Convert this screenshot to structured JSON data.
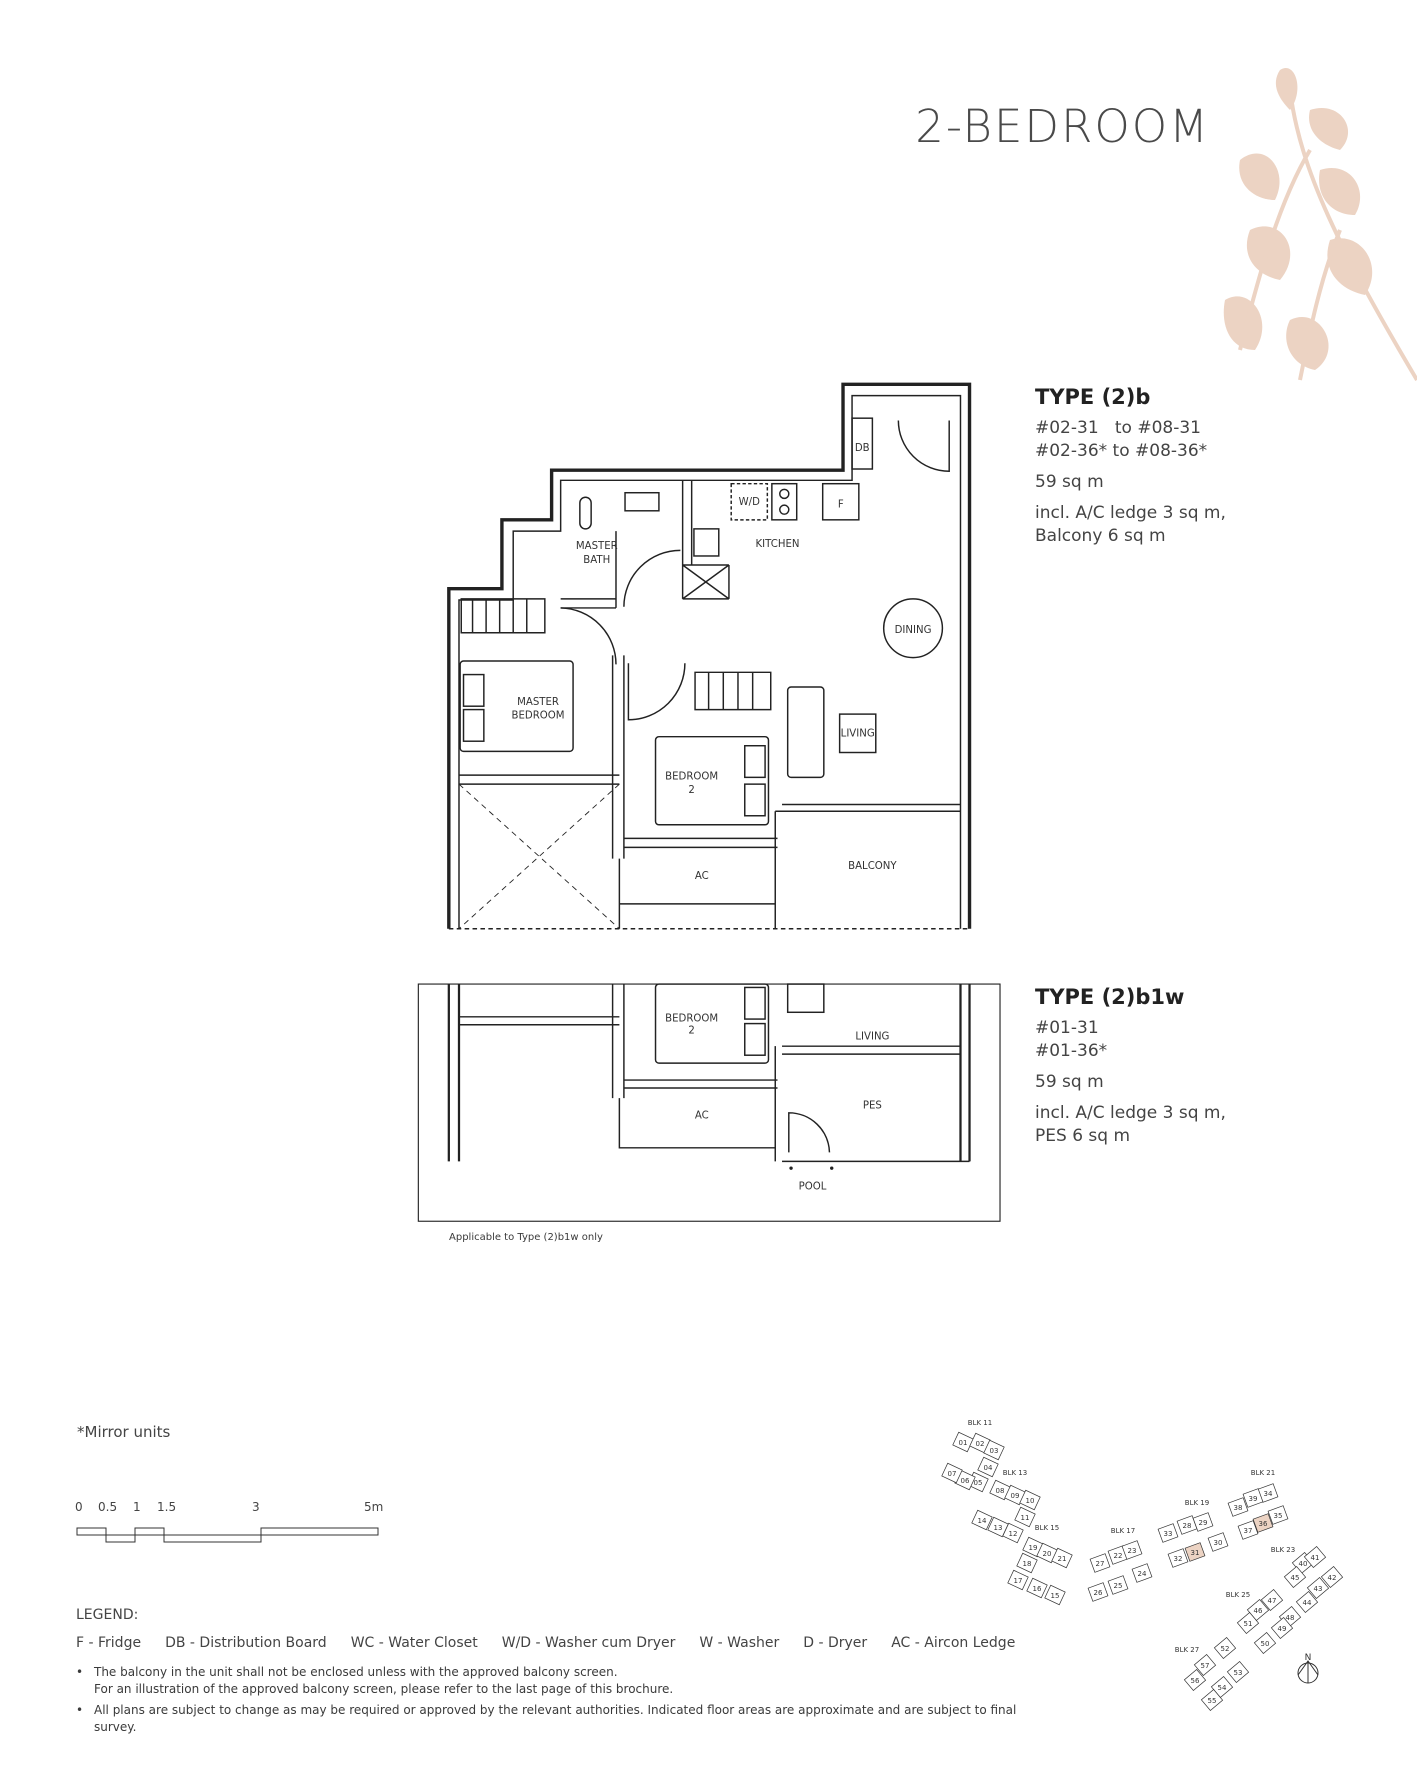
{
  "title": "2-BEDROOM",
  "types": [
    {
      "name": "TYPE (2)b",
      "units": [
        "#02-31   to #08-31",
        "#02-36* to #08-36*"
      ],
      "area": "59 sq m",
      "incl": [
        "incl. A/C ledge 3 sq m,",
        "Balcony 6 sq m"
      ]
    },
    {
      "name": "TYPE (2)b1w",
      "units": [
        "#01-31",
        "#01-36*"
      ],
      "area": "59 sq m",
      "incl": [
        "incl. A/C ledge 3 sq m,",
        "PES 6 sq m"
      ]
    }
  ],
  "plan_labels": {
    "db": "DB",
    "wd": "W/D",
    "f": "F",
    "master_bath": [
      "MASTER",
      "BATH"
    ],
    "kitchen": "KITCHEN",
    "dining": "DINING",
    "master_bedroom": [
      "MASTER",
      "BEDROOM"
    ],
    "bedroom2": [
      "BEDROOM",
      "2"
    ],
    "living": "LIVING",
    "ac": "AC",
    "balcony": "BALCONY",
    "pes": "PES",
    "pool": "POOL"
  },
  "applicable_note": "Applicable to Type (2)b1w only",
  "mirror_note": "*Mirror units",
  "scale": {
    "ticks": [
      "0",
      "0.5",
      "1",
      "1.5",
      "3",
      "5m"
    ]
  },
  "legend": {
    "heading": "LEGEND:",
    "items": [
      "F - Fridge",
      "DB - Distribution Board",
      "WC - Water Closet",
      "W/D - Washer cum Dryer",
      "W - Washer",
      "D - Dryer",
      "AC - Aircon Ledge"
    ]
  },
  "notes": [
    "The balcony in the unit shall not be enclosed unless with the approved balcony screen.",
    "For an illustration of the approved balcony screen, please refer to the last page of this brochure.",
    "All plans are subject to change as may be required or approved by the relevant authorities. Indicated floor areas are approximate and are subject to final survey."
  ],
  "key_plan": {
    "blocks": [
      "BLK 11",
      "BLK 13",
      "BLK 15",
      "BLK 17",
      "BLK 19",
      "BLK 21",
      "BLK 23",
      "BLK 25",
      "BLK 27"
    ],
    "units": [
      "01",
      "02",
      "03",
      "04",
      "05",
      "06",
      "07",
      "08",
      "09",
      "10",
      "11",
      "12",
      "13",
      "14",
      "15",
      "16",
      "17",
      "18",
      "19",
      "20",
      "21",
      "22",
      "23",
      "24",
      "25",
      "26",
      "27",
      "28",
      "29",
      "30",
      "31",
      "32",
      "33",
      "34",
      "35",
      "36",
      "37",
      "38",
      "39",
      "40",
      "41",
      "42",
      "43",
      "44",
      "45",
      "46",
      "47",
      "48",
      "49",
      "50",
      "51",
      "52",
      "53",
      "54",
      "55",
      "56",
      "57"
    ],
    "highlighted": [
      "31",
      "36"
    ],
    "north": "N",
    "highlight_color": "#ecd3c3"
  },
  "colors": {
    "accent": "#ebcfc0",
    "text": "#3a3a3a"
  }
}
